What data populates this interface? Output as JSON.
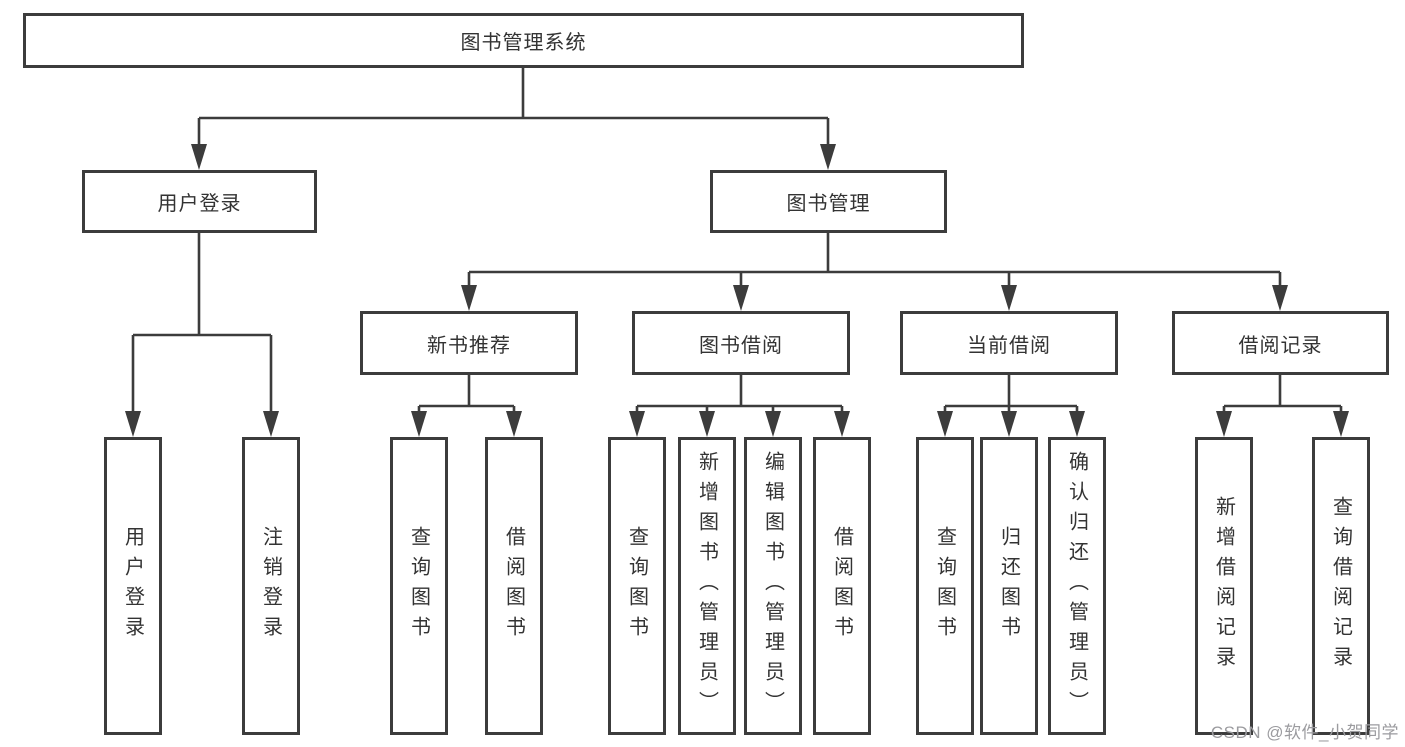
{
  "diagram": {
    "root": "图书管理系统",
    "level2": [
      "用户登录",
      "图书管理"
    ],
    "level3": [
      "新书推荐",
      "图书借阅",
      "当前借阅",
      "借阅记录"
    ],
    "leaves": {
      "user_login": [
        "用户登录",
        "注销登录"
      ],
      "new_book": [
        "查询图书",
        "借阅图书"
      ],
      "book_borrow": [
        "查询图书",
        "新增图书（管理员）",
        "编辑图书（管理员）",
        "借阅图书"
      ],
      "current_borrow": [
        "查询图书",
        "归还图书",
        "确认归还（管理员）"
      ],
      "borrow_record": [
        "新增借阅记录",
        "查询借阅记录"
      ]
    }
  },
  "watermark": "CSDN @软件_小贺同学",
  "colors": {
    "line": "#3c3c3c",
    "box_fill": "#ffffff",
    "text": "#333333",
    "watermark": "#9b9b9f"
  }
}
